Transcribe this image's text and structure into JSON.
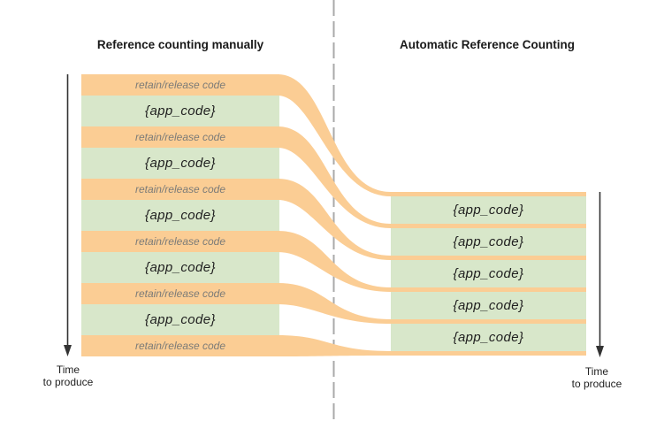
{
  "titles": {
    "left": "Reference counting manually",
    "right": "Automatic Reference Counting"
  },
  "labels": {
    "retain_release": "retain/release code",
    "app_code": "{app_code}"
  },
  "time_axis": {
    "line1": "Time",
    "line2": "to produce"
  },
  "left_stack": {
    "bands": [
      {
        "kind": "retain-release",
        "label": "retain/release code"
      },
      {
        "kind": "app-code",
        "label": "{app_code}"
      },
      {
        "kind": "retain-release",
        "label": "retain/release code"
      },
      {
        "kind": "app-code",
        "label": "{app_code}"
      },
      {
        "kind": "retain-release",
        "label": "retain/release code"
      },
      {
        "kind": "app-code",
        "label": "{app_code}"
      },
      {
        "kind": "retain-release",
        "label": "retain/release code"
      },
      {
        "kind": "app-code",
        "label": "{app_code}"
      },
      {
        "kind": "retain-release",
        "label": "retain/release code"
      },
      {
        "kind": "app-code",
        "label": "{app_code}"
      },
      {
        "kind": "retain-release",
        "label": "retain/release code"
      }
    ]
  },
  "right_stack": {
    "bands": [
      {
        "kind": "app-code",
        "label": "{app_code}"
      },
      {
        "kind": "app-code",
        "label": "{app_code}"
      },
      {
        "kind": "app-code",
        "label": "{app_code}"
      },
      {
        "kind": "app-code",
        "label": "{app_code}"
      },
      {
        "kind": "app-code",
        "label": "{app_code}"
      }
    ],
    "retain_release_stripe_count": 6
  },
  "colors": {
    "retain_release_band": "#fbcd94",
    "app_code_band": "#d8e7ca",
    "divider_dash": "#a9a9a9",
    "time_arrow": "#333333",
    "retain_release_text": "#7b7b78",
    "app_code_text": "#1f1f1f",
    "title_text": "#1a1a1a"
  }
}
